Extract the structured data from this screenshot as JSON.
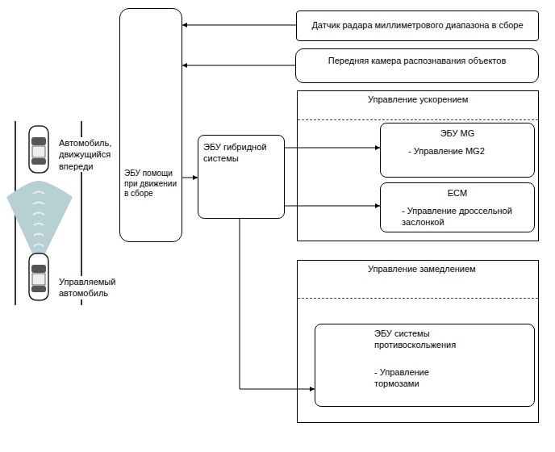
{
  "diagram": {
    "nodes": [
      {
        "text": [
          "ЭБУ помощи при движении в сборе"
        ]
      },
      {
        "text": [
          "Датчик радара миллиметрового диапазона в сборе"
        ]
      },
      {
        "text": [
          "Передняя камера распознавания объектов"
        ]
      },
      {
        "text": [
          "ЭБУ гибридной системы"
        ]
      },
      {
        "text": [
          "Управление ускорением"
        ]
      },
      {
        "text": [
          "ЭБУ MG",
          "- Управление MG2"
        ],
        "in": 4
      },
      {
        "text": [
          "ECM",
          "- Управление дроссельной заслонкой"
        ],
        "in": 4
      },
      {
        "text": [
          "Управление замедлением"
        ]
      },
      {
        "text": [
          "ЭБУ системы противоскольжения",
          "- Управление тормозами"
        ],
        "in": 7
      }
    ],
    "edges": [
      {
        "from": 1,
        "to": 0,
        "arrow": "to"
      },
      {
        "from": 2,
        "to": 0,
        "arrow": "to"
      },
      {
        "from": 0,
        "to": 3,
        "arrow": "to"
      },
      {
        "from": 3,
        "to": 5,
        "arrow": "to"
      },
      {
        "from": 3,
        "to": 6,
        "arrow": "to"
      },
      {
        "from": 3,
        "to": 8,
        "arrow": "to"
      }
    ],
    "labels": [
      "Автомобиль, движущийся впереди",
      "Управляемый автомобиль"
    ]
  }
}
